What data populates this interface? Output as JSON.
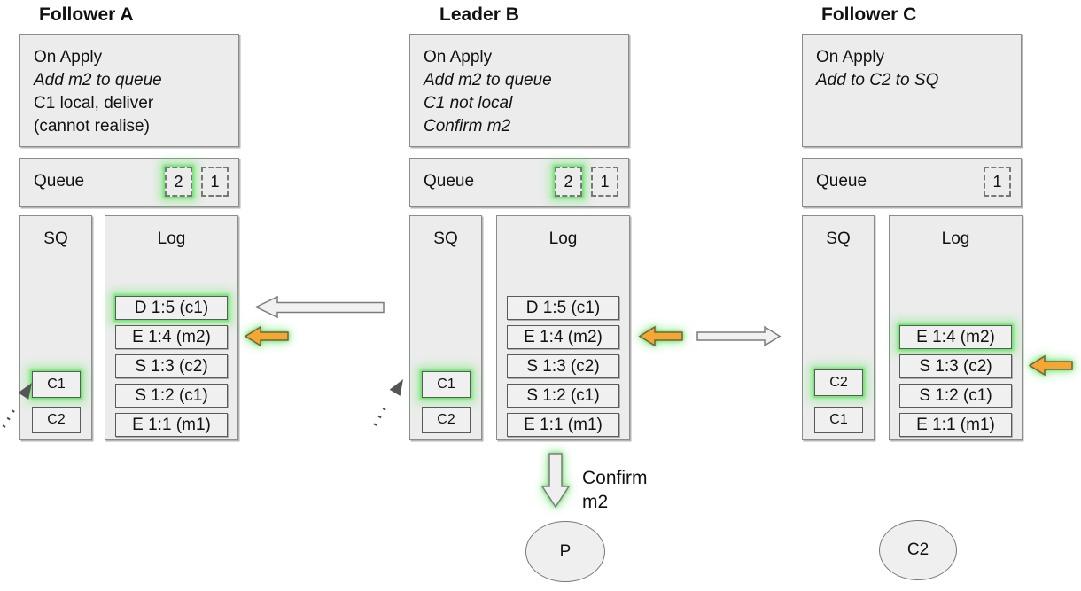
{
  "columns": [
    {
      "title": "Follower A",
      "on_apply": {
        "line1": "On Apply",
        "line2": "Add m2 to queue",
        "line3": "C1 local, deliver",
        "line4": "(cannot realise)"
      },
      "queue": {
        "label": "Queue",
        "items": [
          {
            "value": "2",
            "glow": true
          },
          {
            "value": "1",
            "glow": false
          }
        ]
      },
      "sq": {
        "label": "SQ",
        "items": [
          {
            "value": "C1",
            "glow": true
          },
          {
            "value": "C2",
            "glow": false
          }
        ]
      },
      "log": {
        "label": "Log",
        "entries": [
          {
            "text": "D 1:5 (c1)",
            "glow": true
          },
          {
            "text": "E 1:4 (m2)",
            "glow": false
          },
          {
            "text": "S 1:3 (c2)",
            "glow": false
          },
          {
            "text": "S 1:2 (c1)",
            "glow": false
          },
          {
            "text": "E 1:1 (m1)",
            "glow": false
          }
        ]
      }
    },
    {
      "title": "Leader B",
      "on_apply": {
        "line1": "On Apply",
        "line2": "Add m2 to queue",
        "line3": "C1 not local",
        "line4": "Confirm m2"
      },
      "queue": {
        "label": "Queue",
        "items": [
          {
            "value": "2",
            "glow": true
          },
          {
            "value": "1",
            "glow": false
          }
        ]
      },
      "sq": {
        "label": "SQ",
        "items": [
          {
            "value": "C1",
            "glow": true
          },
          {
            "value": "C2",
            "glow": false
          }
        ]
      },
      "log": {
        "label": "Log",
        "entries": [
          {
            "text": "D 1:5 (c1)",
            "glow": false
          },
          {
            "text": "E 1:4 (m2)",
            "glow": false
          },
          {
            "text": "S 1:3 (c2)",
            "glow": false
          },
          {
            "text": "S 1:2 (c1)",
            "glow": false
          },
          {
            "text": "E 1:1 (m1)",
            "glow": false
          }
        ]
      }
    },
    {
      "title": "Follower C",
      "on_apply": {
        "line1": "On Apply",
        "line2": "Add to C2 to SQ"
      },
      "queue": {
        "label": "Queue",
        "items": [
          {
            "value": "1",
            "glow": false
          }
        ]
      },
      "sq": {
        "label": "SQ",
        "items": [
          {
            "value": "C2",
            "glow": true
          },
          {
            "value": "C1",
            "glow": false
          }
        ]
      },
      "log": {
        "label": "Log",
        "entries": [
          {
            "text": "E 1:4 (m2)",
            "glow": true
          },
          {
            "text": "S 1:3 (c2)",
            "glow": false
          },
          {
            "text": "S 1:2 (c1)",
            "glow": false
          },
          {
            "text": "E 1:1 (m1)",
            "glow": false
          }
        ]
      }
    }
  ],
  "confirm": {
    "line1": "Confirm",
    "line2": "m2"
  },
  "processes": {
    "p": "P",
    "c2": "C2"
  },
  "colors": {
    "highlight_glow": "#6ee16e",
    "arrow_orange_fill": "#f5a733",
    "arrow_orange_stroke": "#6b6540",
    "arrow_gray_fill": "#f1f1f1",
    "arrow_gray_stroke": "#7c7c7c",
    "box_fill": "#ececec",
    "box_border": "#8c8c8c"
  }
}
